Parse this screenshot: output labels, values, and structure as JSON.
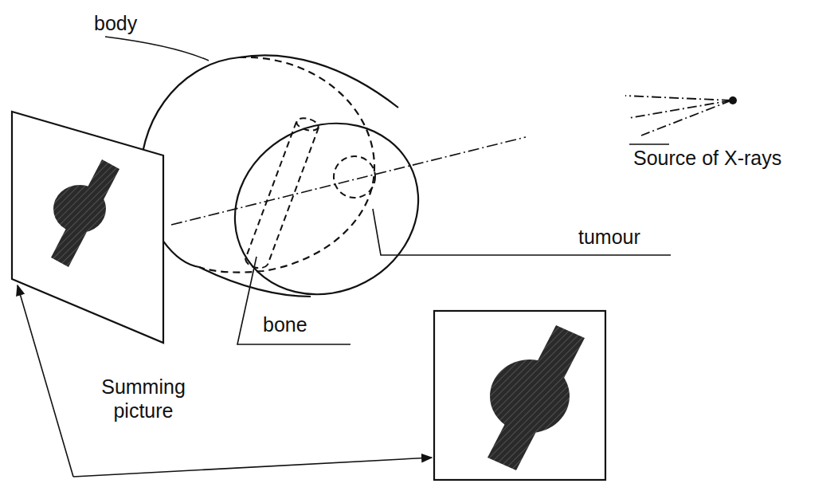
{
  "diagram": {
    "labels": [
      "body",
      "Source of X-rays",
      "tumour",
      "bone",
      "Summing picture"
    ]
  }
}
